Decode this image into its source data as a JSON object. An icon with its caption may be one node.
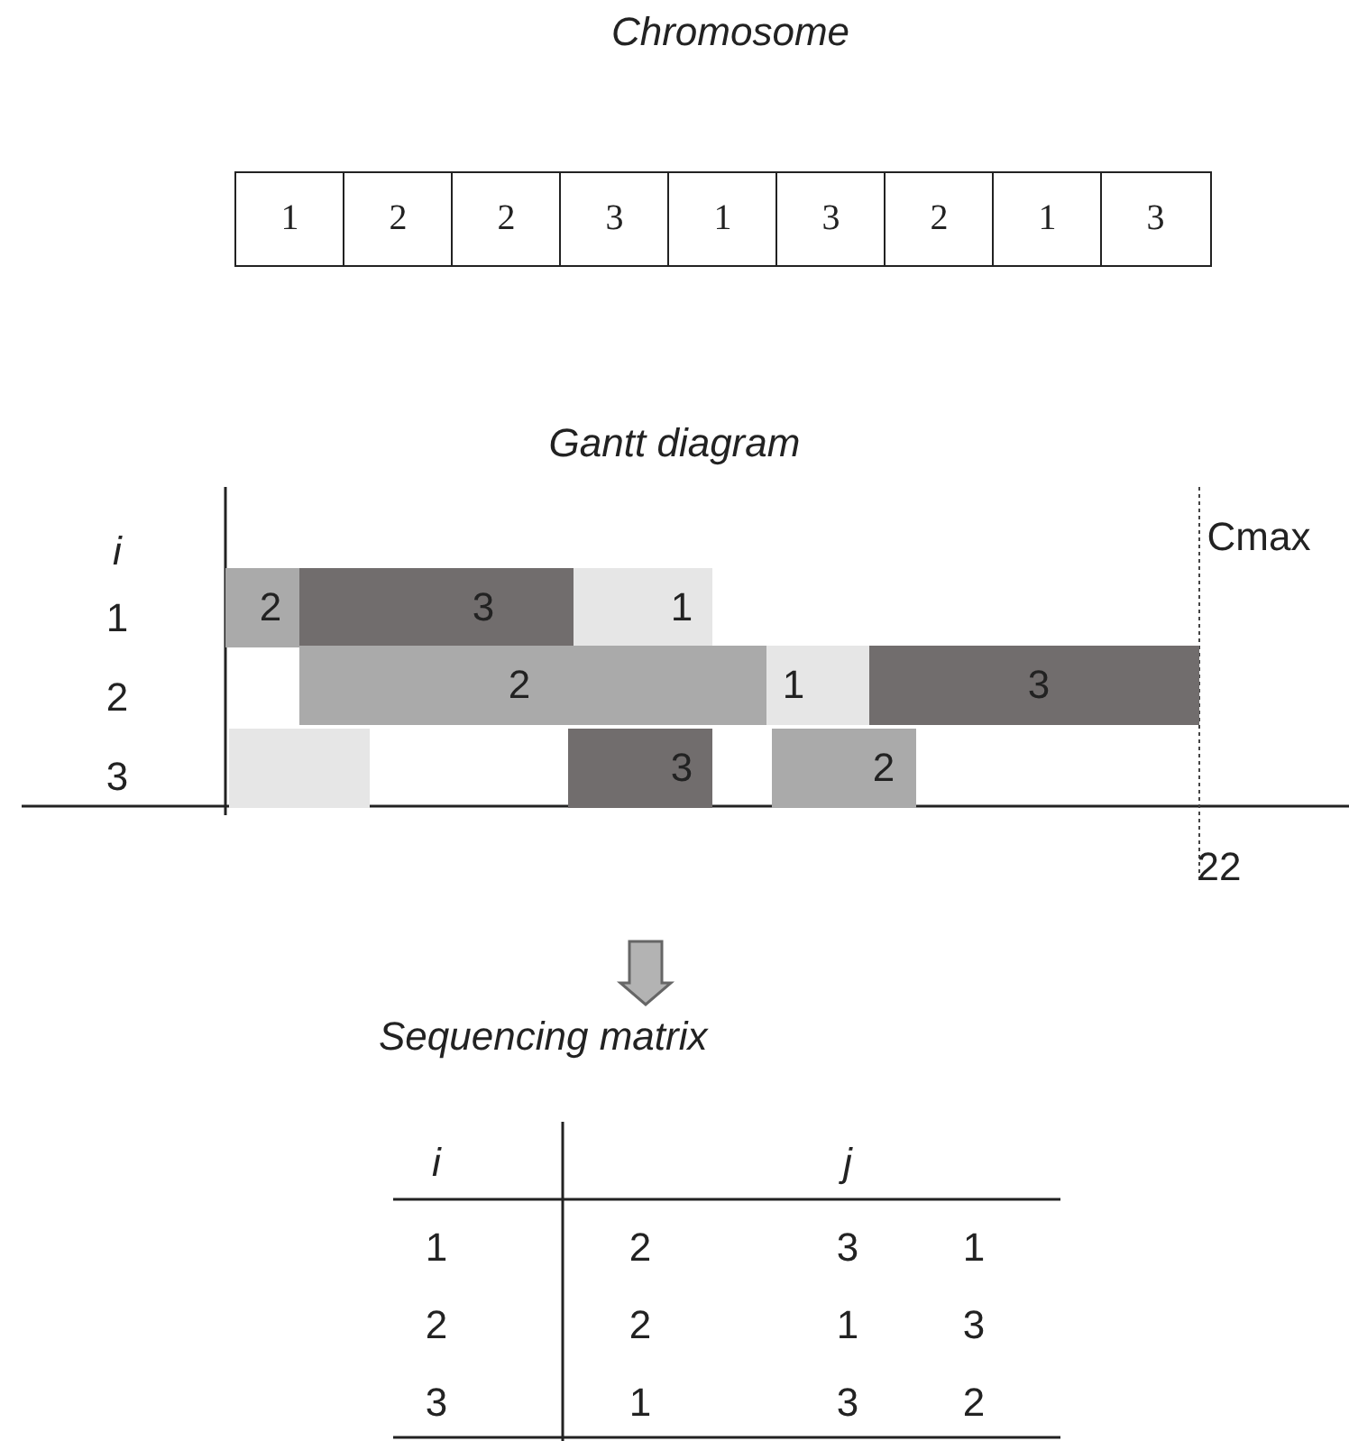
{
  "diagram": {
    "nodes": [
      {
        "text": [
          "Chromosome"
        ]
      },
      {
        "text": [
          "1"
        ],
        "in": 0
      },
      {
        "text": [
          "2"
        ],
        "in": 0
      },
      {
        "text": [
          "2"
        ],
        "in": 0
      },
      {
        "text": [
          "3"
        ],
        "in": 0
      },
      {
        "text": [
          "1"
        ],
        "in": 0
      },
      {
        "text": [
          "3"
        ],
        "in": 0
      },
      {
        "text": [
          "2"
        ],
        "in": 0
      },
      {
        "text": [
          "1"
        ],
        "in": 0
      },
      {
        "text": [
          "3"
        ],
        "in": 0
      },
      {
        "text": [
          "Gantt diagram"
        ]
      },
      {
        "text": [
          "2"
        ],
        "in": 10
      },
      {
        "text": [
          "3"
        ],
        "in": 10
      },
      {
        "text": [
          "1"
        ],
        "in": 10
      },
      {
        "text": [
          "2"
        ],
        "in": 10
      },
      {
        "text": [
          "1"
        ],
        "in": 10
      },
      {
        "text": [
          "3"
        ],
        "in": 10
      },
      {
        "text": [],
        "shape": "bar",
        "in": 10
      },
      {
        "text": [
          "3"
        ],
        "in": 10
      },
      {
        "text": [
          "2"
        ],
        "in": 10
      },
      {
        "text": [
          "Sequencing matrix"
        ]
      }
    ],
    "edges": [
      {
        "from": 10,
        "to": 20,
        "arrow": "to",
        "style": "thick"
      }
    ],
    "labels": [
      "i",
      "Cmax",
      "1",
      "2",
      "3",
      "22",
      "i",
      "j",
      "1",
      "2",
      "3",
      "1",
      "2",
      "2",
      "1",
      "3",
      "3",
      "1",
      "3",
      "2"
    ]
  }
}
